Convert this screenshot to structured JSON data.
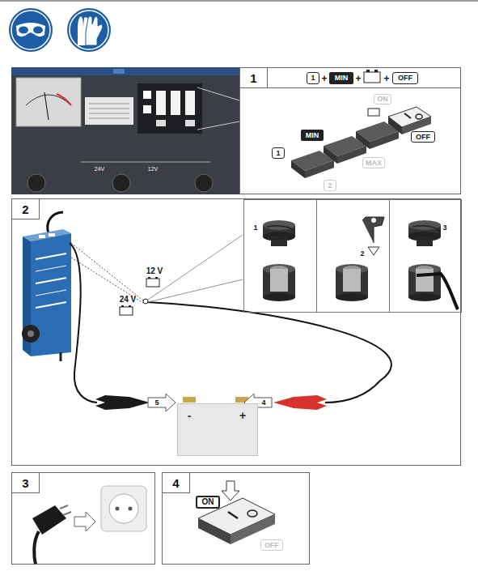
{
  "diagram": {
    "nodes": [
      {
        "text": [
          "1"
        ]
      },
      {
        "text": [
          "1",
          "+",
          "MIN",
          "+",
          "+",
          "OFF"
        ],
        "in": 0
      },
      {
        "text": [
          "2"
        ]
      },
      {
        "text": [
          "1"
        ],
        "in": 2
      },
      {
        "text": [
          "2"
        ],
        "in": 2
      },
      {
        "text": [
          "3"
        ],
        "in": 2
      },
      {
        "text": [
          "-",
          "+"
        ],
        "in": 2
      },
      {
        "text": [
          "3"
        ]
      },
      {
        "text": [
          "4"
        ]
      }
    ],
    "labels": [
      "24V",
      "12V",
      "ON",
      "MIN",
      "1",
      "OFF",
      "2",
      "MAX",
      "12 V",
      "24 V",
      "5",
      "4",
      "ON",
      "OFF"
    ]
  }
}
